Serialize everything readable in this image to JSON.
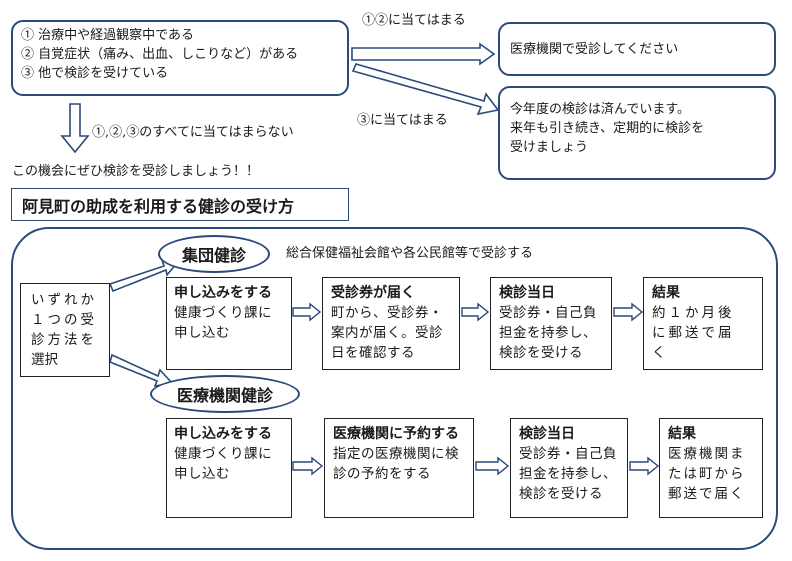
{
  "conditions": {
    "items": [
      "① 治療中や経過観察中である",
      "② 自覚症状（痛み、出血、しこりなど）がある",
      "③ 他で検診を受けている"
    ],
    "branch_12_label": "①②に当てはまる",
    "branch_3_label": "③に当てはまる",
    "branch_none_label": "①,②,③のすべてに当てはまらない",
    "result_12": "医療機関で受診してください",
    "result_3": [
      "今年度の検診は済んでいます。",
      "来年も引き続き、定期的に検診を",
      "受けましょう"
    ]
  },
  "encourage_text": "この機会にぜひ検診を受診しましょう！！",
  "section_title": "阿見町の助成を利用する健診の受け方",
  "choose_box": [
    "いずれか",
    "１つの受",
    "診方法を",
    "選択"
  ],
  "group": {
    "label": "集団健診",
    "note": "総合保健福祉会館や各公民館等で受診する",
    "steps": [
      {
        "title": "申し込みをする",
        "lines": [
          "健康づくり課に",
          "申し込む"
        ]
      },
      {
        "title": "受診券が届く",
        "lines": [
          "町から、受診券・",
          "案内が届く。受診",
          "日を確認する"
        ]
      },
      {
        "title": "検診当日",
        "lines": [
          "受診券・自己負",
          "担金を持参し、",
          "検診を受ける"
        ]
      },
      {
        "title": "結果",
        "lines": [
          "約１か月後",
          "に郵送で届",
          "く"
        ]
      }
    ]
  },
  "clinic": {
    "label": "医療機関健診",
    "steps": [
      {
        "title": "申し込みをする",
        "lines": [
          "健康づくり課に",
          "申し込む"
        ]
      },
      {
        "title": "医療機関に予約する",
        "lines": [
          "指定の医療機関に検",
          "診の予約をする"
        ]
      },
      {
        "title": "検診当日",
        "lines": [
          "受診券・自己負",
          "担金を持参し、",
          "検診を受ける"
        ]
      },
      {
        "title": "結果",
        "lines": [
          "医療機関ま",
          "たは町から",
          "郵送で届く"
        ]
      }
    ]
  }
}
